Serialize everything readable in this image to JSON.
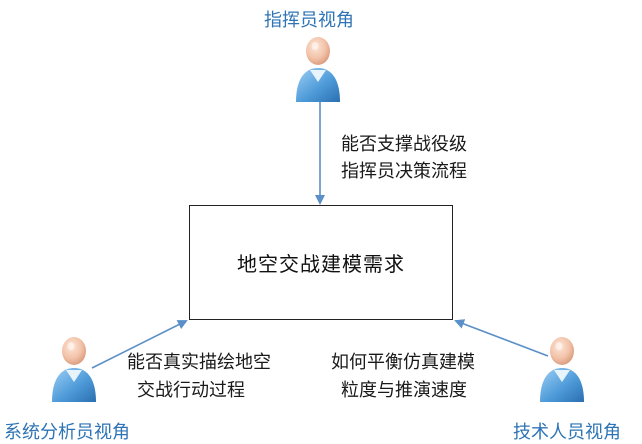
{
  "diagram": {
    "center_box": {
      "label": "地空交战建模需求"
    },
    "actors": [
      {
        "id": "commander",
        "role": "指挥员视角",
        "question": [
          "能否支撑战役级",
          "指挥员决策流程"
        ]
      },
      {
        "id": "analyst",
        "role": "系统分析员视角",
        "question": [
          "能否真实描绘地空",
          "交战行动过程"
        ]
      },
      {
        "id": "engineer",
        "role": "技术人员视角",
        "question": [
          "如何平衡仿真建模",
          "粒度与推演速度"
        ]
      }
    ],
    "colors": {
      "role_text": "#2f74b5",
      "arrow": "#5b8fc7",
      "figure_body": "#4f9bd9",
      "figure_head": "#f2c2a8"
    },
    "icons": [
      "person-icon"
    ]
  }
}
